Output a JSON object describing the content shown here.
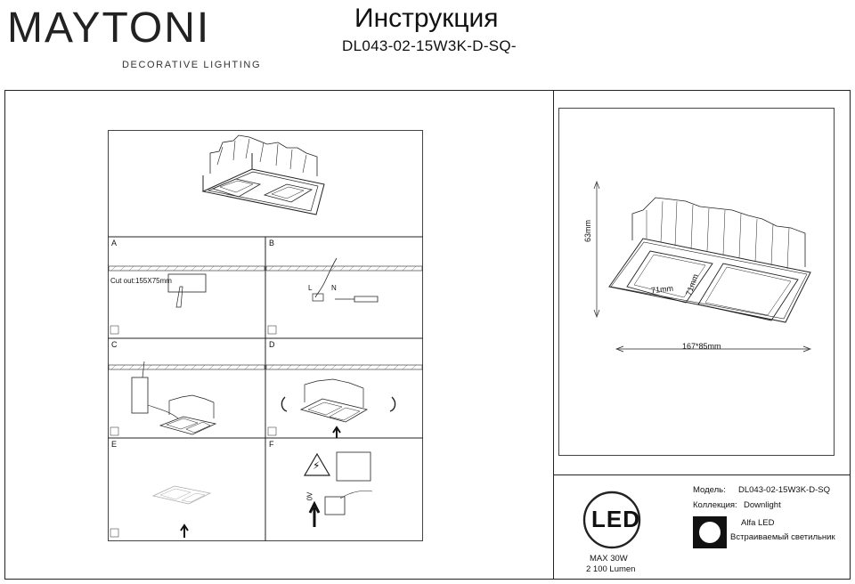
{
  "header": {
    "brand": "MAYTONI",
    "brand_tagline": "DECORATIVE LIGHTING",
    "title": "Инструкция",
    "model_code": "DL043-02-15W3K-D-SQ-"
  },
  "steps": {
    "a": "A",
    "b": "B",
    "c": "C",
    "d": "D",
    "e": "E",
    "f": "F",
    "cutout": "Cut out:155X75mm",
    "wire_l": "L",
    "wire_n": "N",
    "voltage": "0V"
  },
  "dimensions": {
    "height": "63mm",
    "width": "167*85mm",
    "cell_w": "71mm",
    "cell_h": "71mm"
  },
  "specs": {
    "led_badge": "LED",
    "max_power": "MAX 30W",
    "lumen": "2 100 Lumen",
    "model_label": "Модель:",
    "model_value": "DL043-02-15W3K-D-SQ",
    "collection_label": "Коллекция:",
    "collection_value": "Downlight",
    "line1": "Alfa LED",
    "line2": "Встраиваемый светильник"
  },
  "icons": [
    "warning-electric-icon",
    "power-off-icon",
    "up-arrow-icon",
    "rotate-arrow-icon",
    "screwdriver-icon"
  ]
}
